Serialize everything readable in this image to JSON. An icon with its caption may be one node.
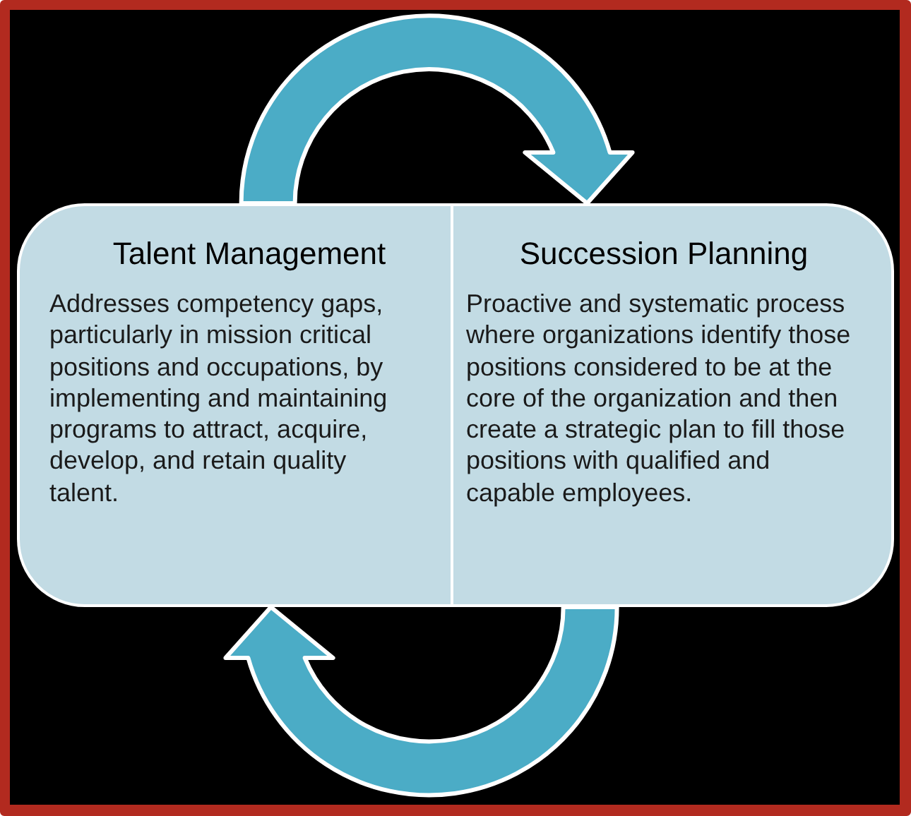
{
  "diagram": {
    "nodes": [
      {
        "text": [
          "Talent Management",
          "Addresses competency gaps, particularly in mission critical positions and occupations, by implementing and maintaining programs to attract, acquire, develop, and retain quality talent."
        ]
      },
      {
        "text": [
          "Succession Planning",
          "Proactive and systematic process where organizations identify those positions considered to be at the core of the organization and then create a strategic plan to fill those positions with qualified and capable employees."
        ]
      }
    ],
    "edges": [
      {
        "from": 0,
        "to": 1,
        "arrow": "to",
        "style": "thick"
      },
      {
        "from": 1,
        "to": 0,
        "arrow": "to",
        "style": "thick"
      }
    ]
  }
}
